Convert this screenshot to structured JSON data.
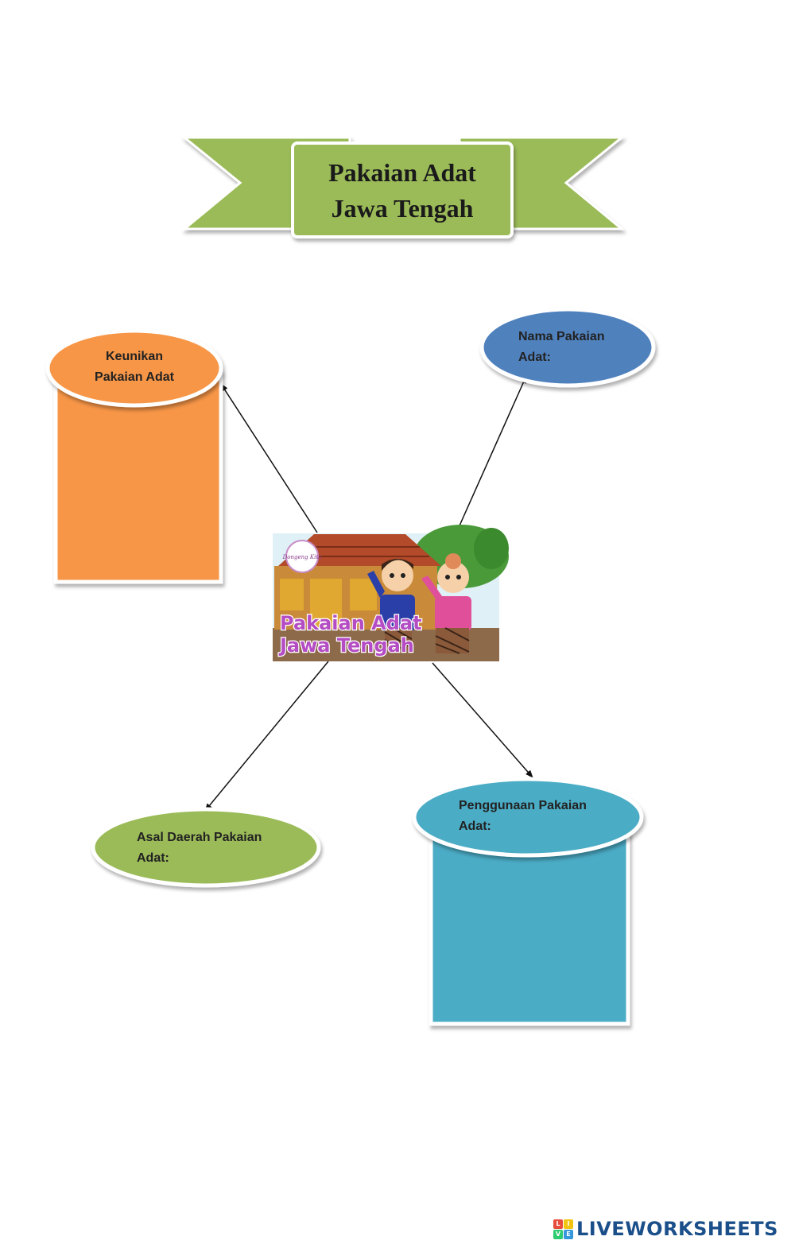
{
  "title": {
    "line1": "Pakaian Adat",
    "line2": "Jawa Tengah"
  },
  "center_image": {
    "caption_line1": "Pakaian Adat",
    "caption_line2": "Jawa Tengah",
    "badge_text": "Dongeng Kita"
  },
  "nodes": {
    "keunikan": {
      "line1": "Keunikan",
      "line2": "Pakaian Adat"
    },
    "nama": {
      "line1": "Nama Pakaian",
      "line2": "Adat:"
    },
    "asal": {
      "line1": "Asal Daerah Pakaian",
      "line2": "Adat:"
    },
    "penggunaan": {
      "line1": "Penggunaan Pakaian",
      "line2": "Adat:"
    }
  },
  "footer": {
    "brand": "LIVEWORKSHEETS",
    "logo_letters": [
      "L",
      "I",
      "V",
      "E"
    ]
  },
  "colors": {
    "banner_green": "#9bbb59",
    "orange": "#f79646",
    "blue": "#4f81bd",
    "green": "#9bbb59",
    "teal": "#4bacc6",
    "footer_blue": "#1b4f8a"
  }
}
